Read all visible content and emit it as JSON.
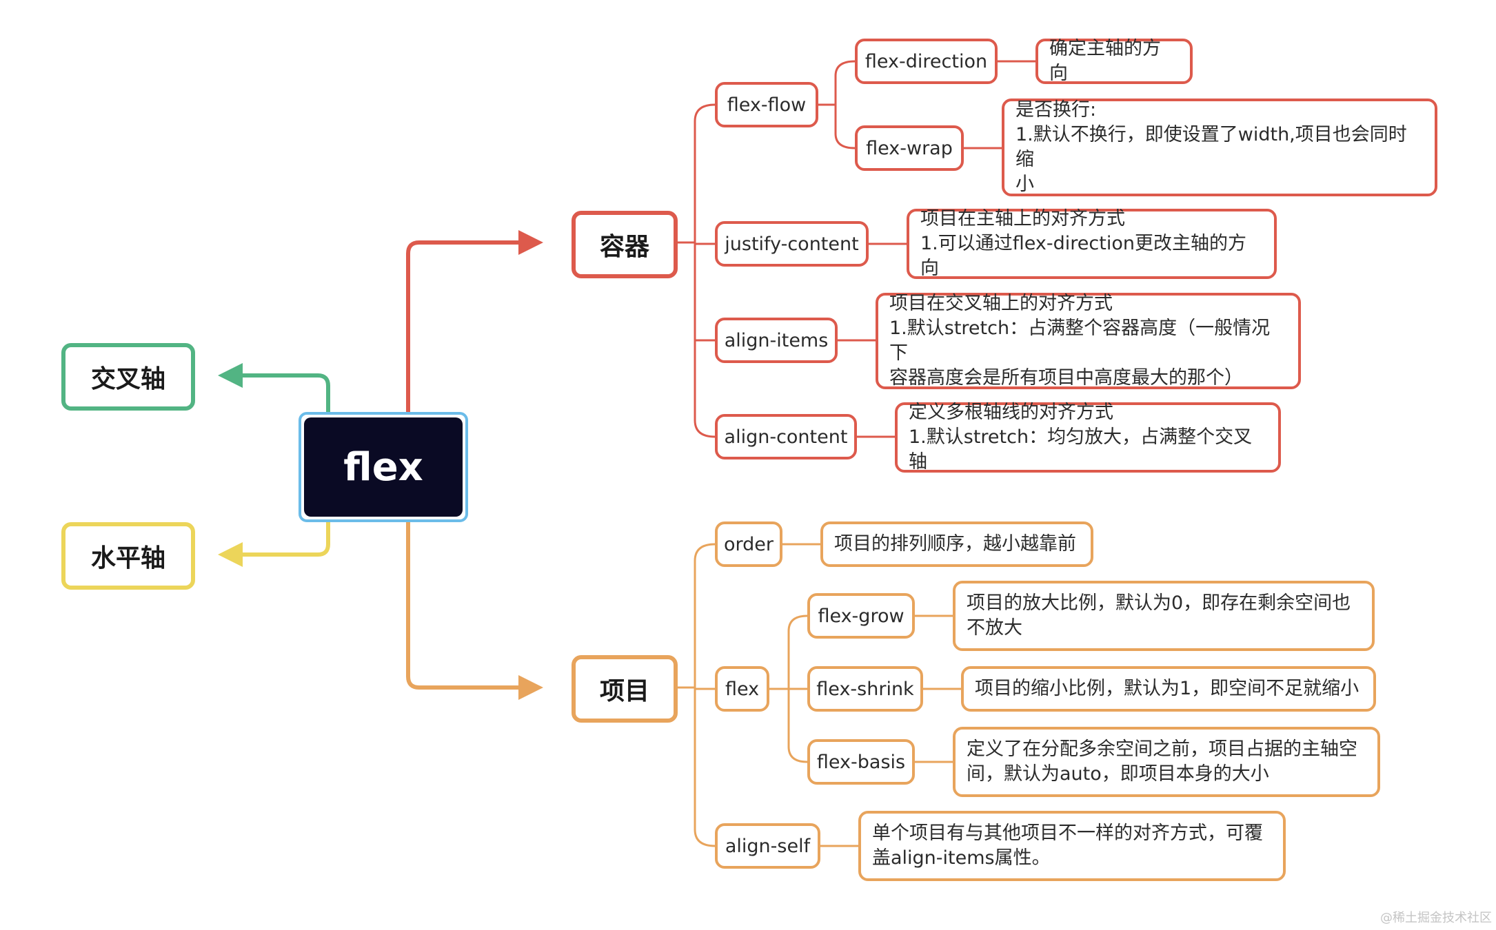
{
  "central": {
    "label": "flex"
  },
  "branches": {
    "container": {
      "label": "容器",
      "color": "#dd5a4c"
    },
    "item": {
      "label": "项目",
      "color": "#e8a45c"
    },
    "cross_axis": {
      "label": "交叉轴",
      "color": "#52b483"
    },
    "main_axis": {
      "label": "水平轴",
      "color": "#ecd55a"
    }
  },
  "container": {
    "flex_flow": "flex-flow",
    "flex_direction": {
      "label": "flex-direction",
      "desc": "确定主轴的方向"
    },
    "flex_wrap": {
      "label": "flex-wrap",
      "desc_lines": [
        "是否换行:",
        "1.默认不换行，即使设置了width,项目也会同时缩",
        "小"
      ]
    },
    "justify_content": {
      "label": "justify-content",
      "desc_lines": [
        "项目在主轴上的对齐方式",
        "1.可以通过flex-direction更改主轴的方向"
      ]
    },
    "align_items": {
      "label": "align-items",
      "desc_lines": [
        "项目在交叉轴上的对齐方式",
        "1.默认stretch：占满整个容器高度（一般情况下",
        "容器高度会是所有项目中高度最大的那个）"
      ]
    },
    "align_content": {
      "label": "align-content",
      "desc_lines": [
        "定义多根轴线的对齐方式",
        "1.默认stretch：均匀放大，占满整个交叉轴"
      ]
    }
  },
  "item": {
    "order": {
      "label": "order",
      "desc": "项目的排列顺序，越小越靠前"
    },
    "flex": "flex",
    "flex_grow": {
      "label": "flex-grow",
      "desc_lines": [
        "项目的放大比例，默认为0，即存在剩余空间也",
        "不放大"
      ]
    },
    "flex_shrink": {
      "label": "flex-shrink",
      "desc": "项目的缩小比例，默认为1，即空间不足就缩小"
    },
    "flex_basis": {
      "label": "flex-basis",
      "desc_lines": [
        "定义了在分配多余空间之前，项目占据的主轴空",
        "间，默认为auto，即项目本身的大小"
      ]
    },
    "align_self": {
      "label": "align-self",
      "desc_lines": [
        "单个项目有与其他项目不一样的对齐方式，可覆",
        "盖align-items属性。"
      ]
    }
  },
  "watermark": "@稀土掘金技术社区"
}
